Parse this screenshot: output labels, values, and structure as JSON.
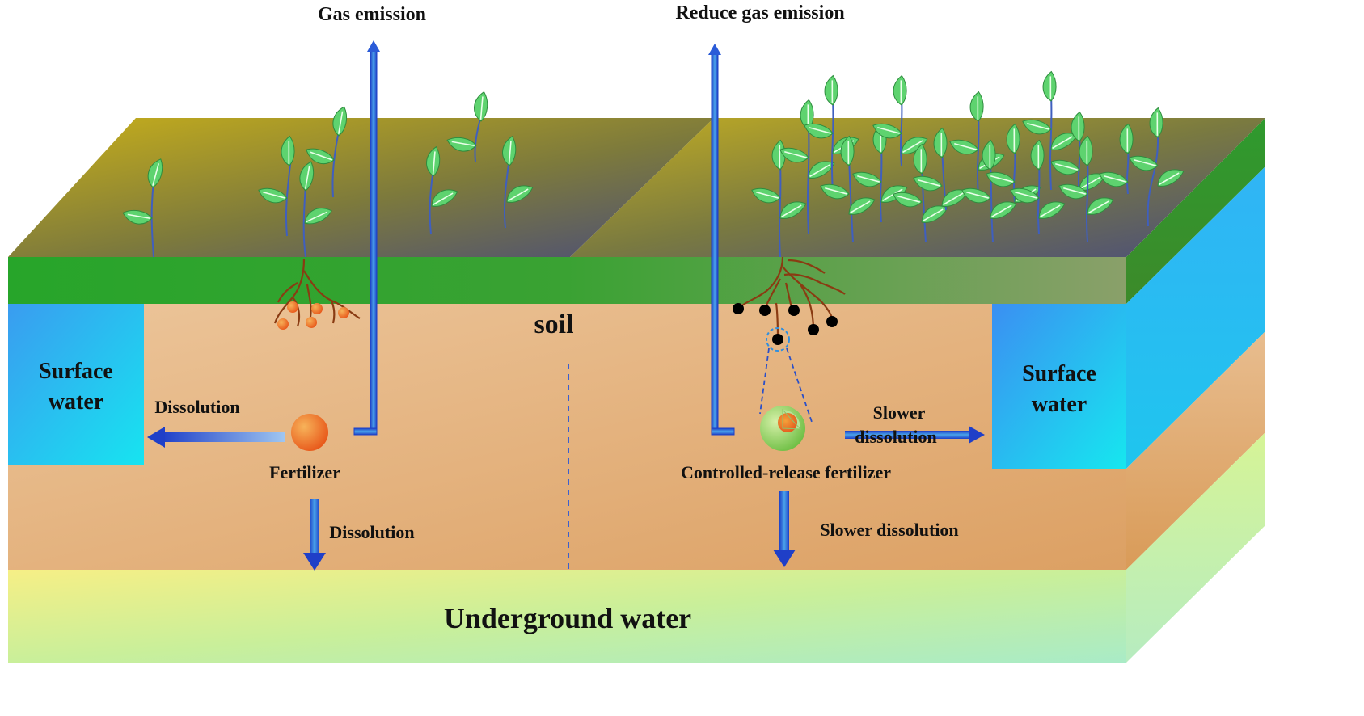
{
  "labels": {
    "gas_emission": "Gas emission",
    "reduce_gas_emission": "Reduce gas emission",
    "soil": "soil",
    "surface_water_left_line1": "Surface",
    "surface_water_left_line2": "water",
    "surface_water_right_line1": "Surface",
    "surface_water_right_line2": "water",
    "dissolution_left": "Dissolution",
    "dissolution_down": "Dissolution",
    "fertilizer": "Fertilizer",
    "controlled_release_fertilizer": "Controlled-release fertilizer",
    "slower_dissolution_right_line1": "Slower",
    "slower_dissolution_right_line2": "dissolution",
    "slower_dissolution_down": "Slower dissolution",
    "underground_water": "Underground water"
  },
  "colors": {
    "arrow_blue": "#2a5bd8",
    "surface_water": "#29a8f0",
    "soil": "#e4b27f",
    "grass": "#2e9d2a",
    "fertilizer": "#f27a1f",
    "controlled_release_shell": "#8fd16a",
    "leaf": "#5ed36f",
    "root": "#8a3b12",
    "nutrient_particle": "#000000"
  }
}
